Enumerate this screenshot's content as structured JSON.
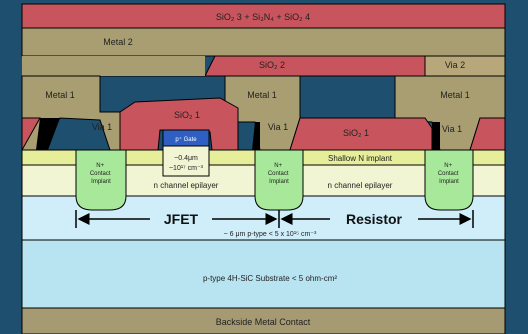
{
  "colors": {
    "frame": "#1f4f6e",
    "oxide": "#c8555d",
    "metal": "#a99e72",
    "via": "#b7a77a",
    "n_plus": "#a7e89a",
    "n_epi": "#f2f5d4",
    "shallow_n": "#e6ee9a",
    "p_gate": "#2f5fc2",
    "p_epi": "#cfeefa",
    "substrate": "#b8e4f2",
    "backside": "#a69a73",
    "line": "#000000"
  },
  "layers": {
    "top_passivation": "SiO₂ 3 + Si₃N₄ + SiO₂ 4",
    "metal2": "Metal 2",
    "sio2_2": "SiO₂ 2",
    "via2": "Via 2",
    "metal1_left": "Metal 1",
    "metal1_mid": "Metal 1",
    "metal1_right": "Metal 1",
    "sio2_1_left": "SiO₂ 1",
    "sio2_1_right": "SiO₂ 1",
    "via1_left": "Via 1",
    "via1_mid": "Via 1",
    "via1_right": "Via 1",
    "gate": "p⁺ Gate",
    "gate_depth": "~0.4μm",
    "gate_doping": "~10¹⁷ cm⁻³",
    "n_plus_contact": "N+\nContact\nImplant",
    "n_epi": "n channel epilayer",
    "shallow_n": "Shallow N implant",
    "p_epi": "~ 6 μm p-type < 5 x 10¹⁵ cm⁻³",
    "substrate": "p-type 4H-SiC Substrate < 5 ohm-cm²",
    "backside": "Backside Metal Contact"
  },
  "devices": {
    "jfet": "JFET",
    "resistor": "Resistor"
  }
}
